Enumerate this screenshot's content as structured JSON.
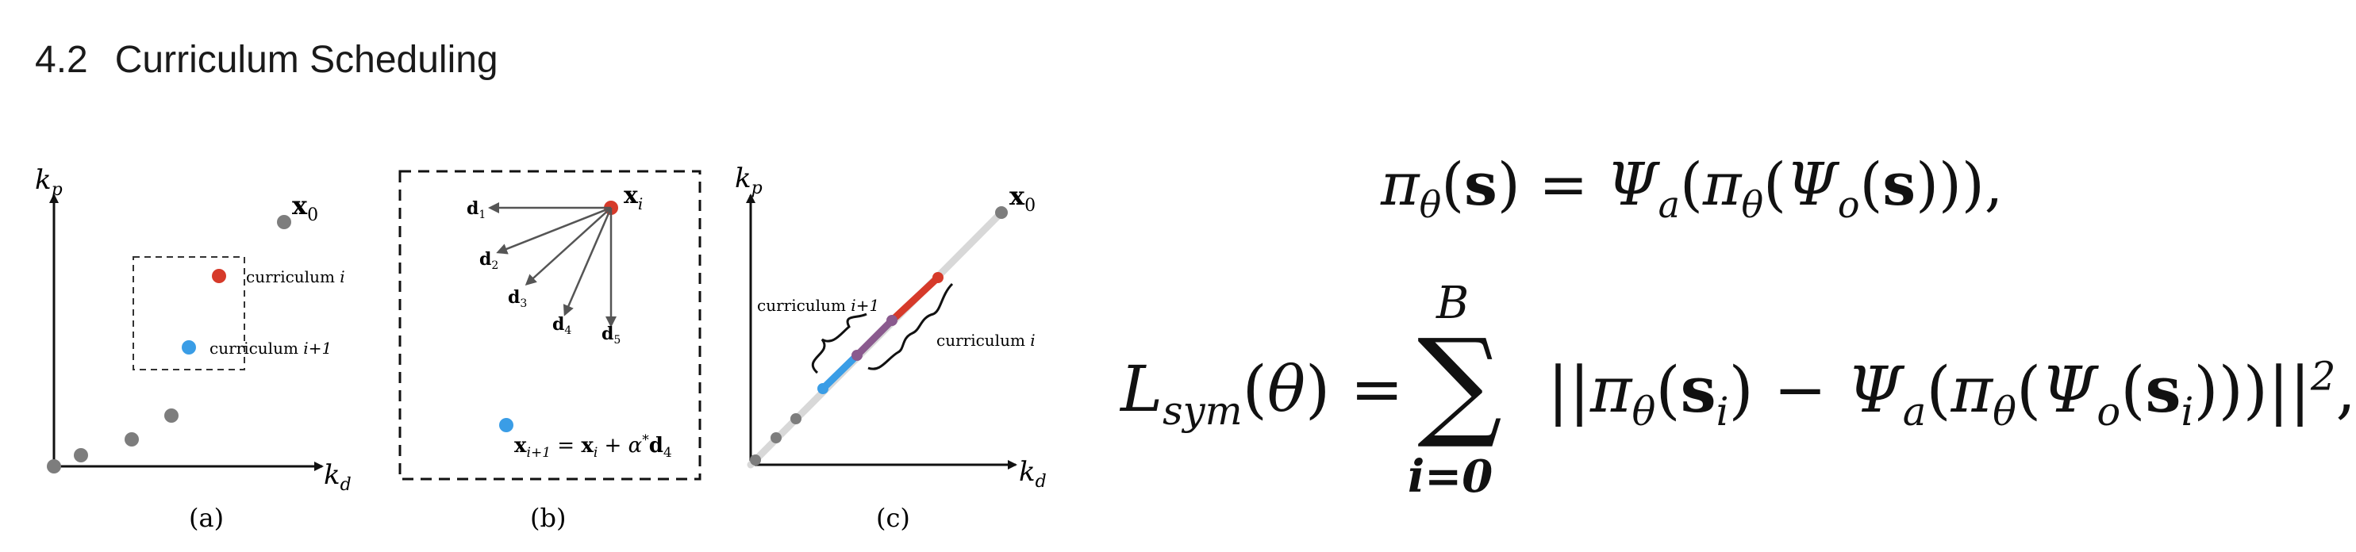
{
  "section": {
    "number": "4.2",
    "title": "Curriculum Scheduling"
  },
  "figure": {
    "a": {
      "caption": "(a)",
      "y_axis": "k",
      "y_axis_sub": "p",
      "x_axis": "k",
      "x_axis_sub": "d",
      "x0_label": "x",
      "x0_sub": "0",
      "curr_i_label": "curriculum",
      "curr_i_var": "i",
      "curr_i1_label": "curriculum",
      "curr_i1_var": "i+1"
    },
    "b": {
      "caption": "(b)",
      "xi_label": "x",
      "xi_sub": "i",
      "directions": [
        "d1",
        "d2",
        "d3",
        "d4",
        "d5"
      ],
      "update_rule": "x_{i+1} = x_i + α* d_4"
    },
    "c": {
      "caption": "(c)",
      "y_axis": "k",
      "y_axis_sub": "p",
      "x_axis": "k",
      "x_axis_sub": "d",
      "x0_label": "x",
      "x0_sub": "0",
      "curr_i1_label": "curriculum",
      "curr_i1_var": "i+1",
      "curr_i_label": "curriculum",
      "curr_i_var": "i"
    },
    "colors": {
      "red": "#d63a2a",
      "blue": "#3a9de6",
      "gray": "#7d7d7d",
      "purple": "#8a5a8e"
    }
  },
  "equations": {
    "eq1": "π_θ(s) = Ψ_a(π_θ(Ψ_o(s))),",
    "eq2": "L_sym(θ) = Σ_{i=0}^{B} ||π_θ(s_i) − Ψ_a(π_θ(Ψ_o(s_i)))||^2,"
  }
}
